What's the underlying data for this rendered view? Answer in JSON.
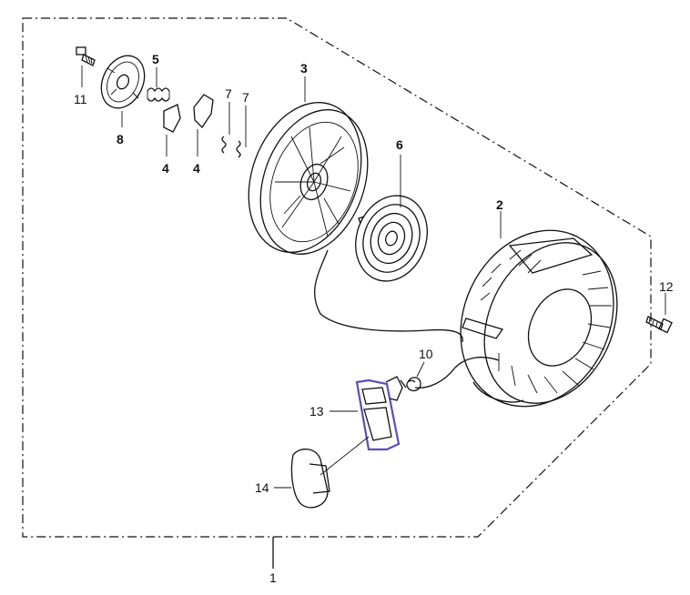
{
  "callouts": {
    "c1": "1",
    "c2": "2",
    "c3": "3",
    "c4a": "4",
    "c4b": "4",
    "c5": "5",
    "c6": "6",
    "c7a": "7",
    "c7b": "7",
    "c8": "8",
    "c10": "10",
    "c11": "11",
    "c12": "12",
    "c13": "13",
    "c14": "14"
  },
  "highlight_color": "#5a4fb8"
}
